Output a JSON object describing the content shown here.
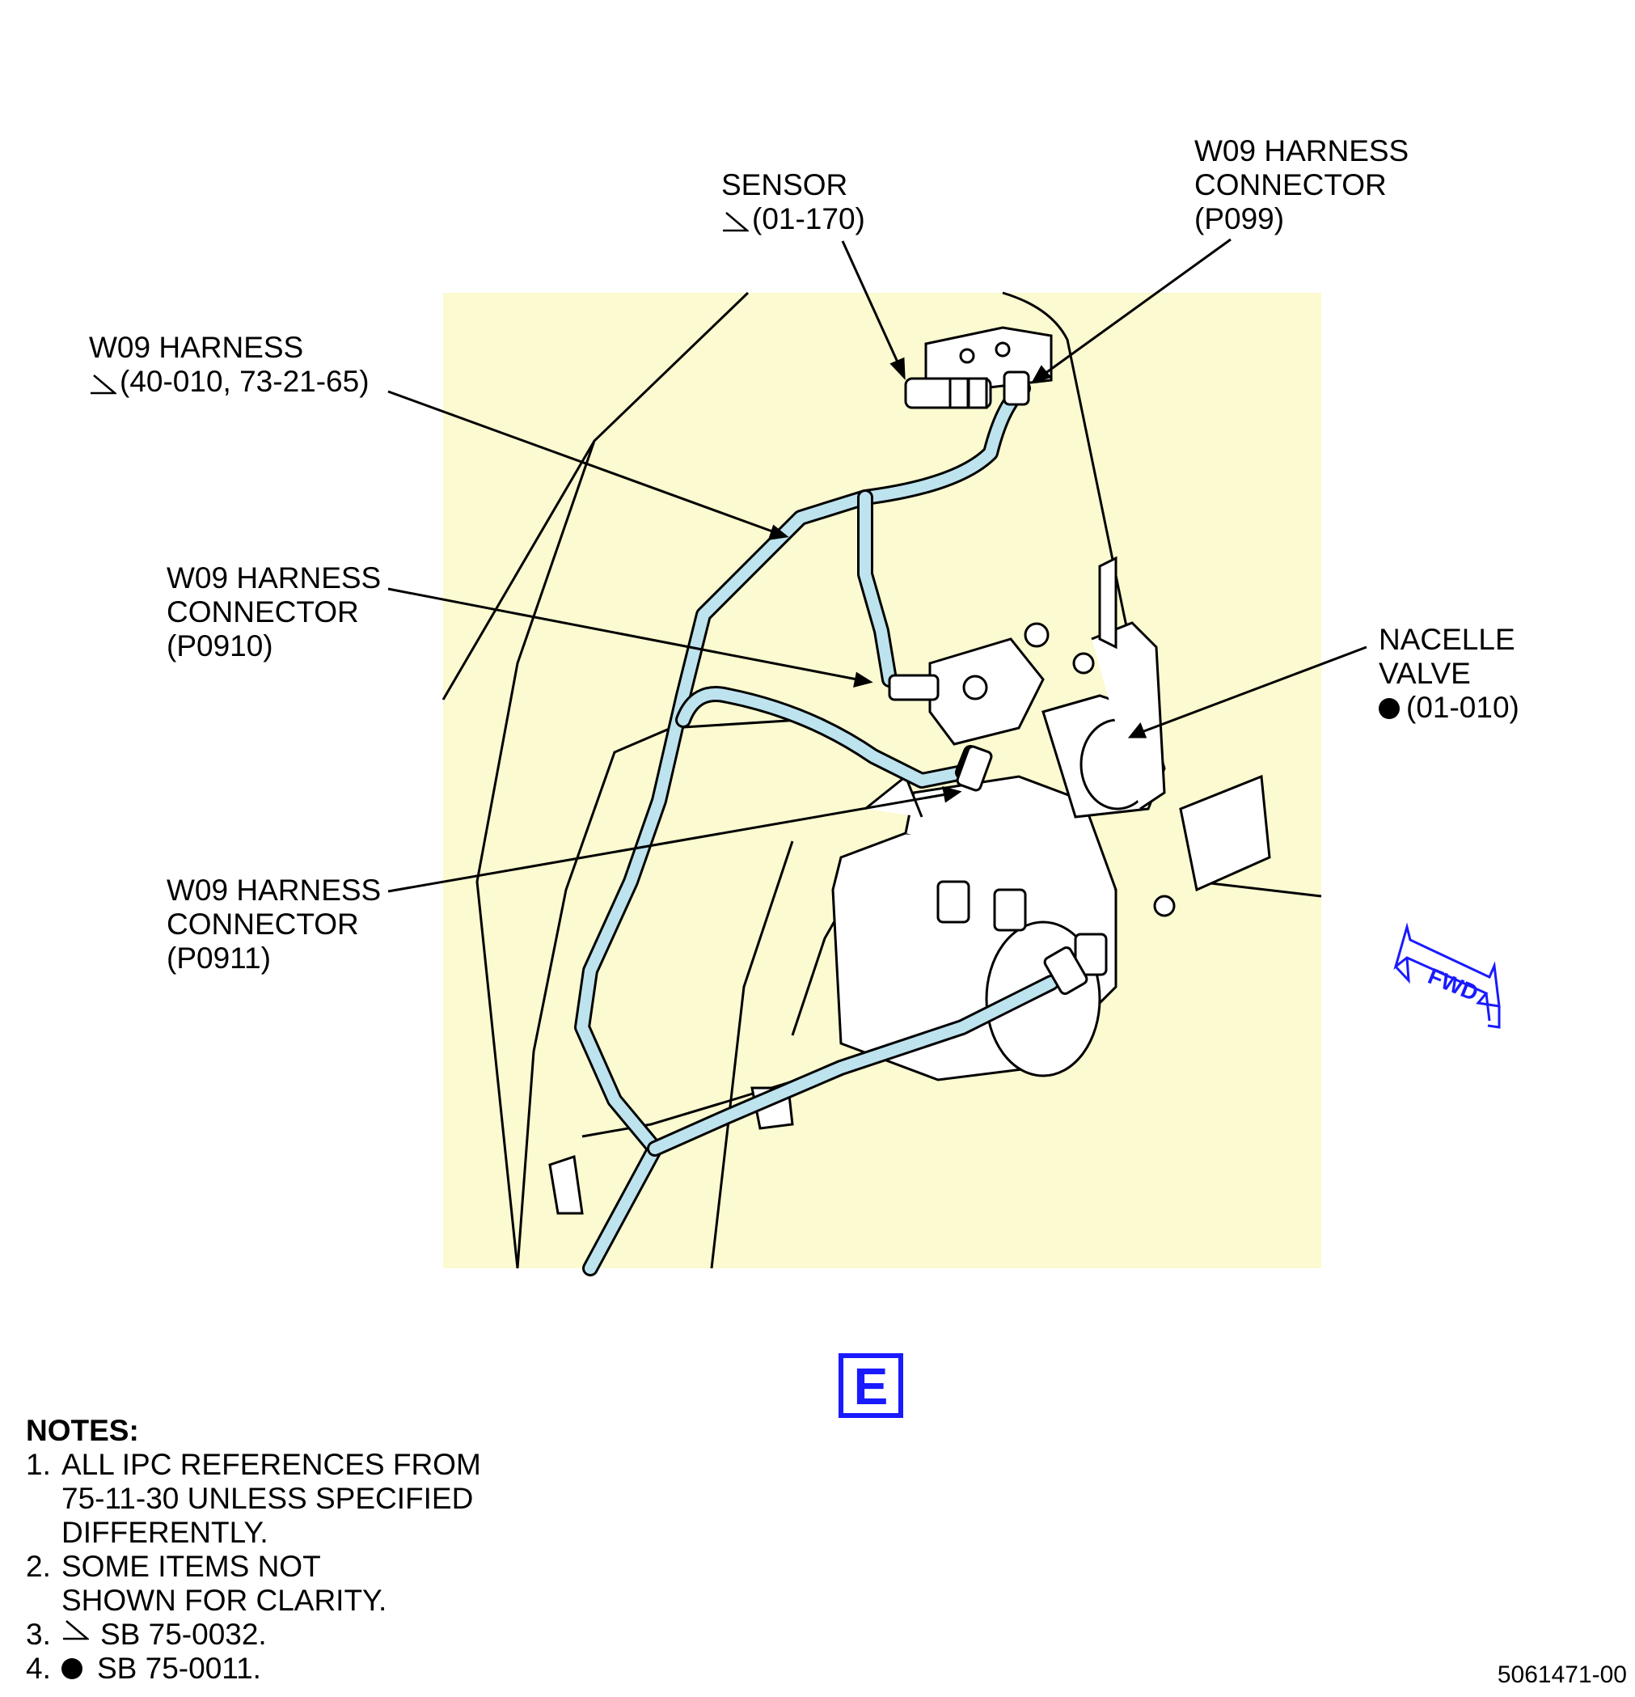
{
  "labels": {
    "sensor": {
      "line1": "SENSOR",
      "line2": "(01-170)"
    },
    "p099": {
      "line1": "W09 HARNESS",
      "line2": "CONNECTOR",
      "line3": "(P099)"
    },
    "harness": {
      "line1": "W09 HARNESS",
      "line2": "(40-010, 73-21-65)"
    },
    "p0910": {
      "line1": "W09 HARNESS",
      "line2": "CONNECTOR",
      "line3": "(P0910)"
    },
    "nacelle": {
      "line1": "NACELLE",
      "line2": "VALVE",
      "line3": "(01-010)"
    },
    "p0911": {
      "line1": "W09 HARNESS",
      "line2": "CONNECTOR",
      "line3": "(P0911)"
    }
  },
  "fwd_label": "FWD",
  "view_letter": "E",
  "notes": {
    "heading": "NOTES:",
    "items": [
      {
        "num": "1.",
        "text": "ALL IPC REFERENCES FROM\n75-11-30 UNLESS SPECIFIED\nDIFFERENTLY."
      },
      {
        "num": "2.",
        "text": "SOME ITEMS NOT\nSHOWN FOR CLARITY."
      },
      {
        "num": "3.",
        "text": "SB 75-0032."
      },
      {
        "num": "4.",
        "text": "SB 75-0011."
      }
    ]
  },
  "figure_id": "5061471-00",
  "colors": {
    "panel": "#fbfad0",
    "harness": "#bde3ee",
    "accent": "#1a1aff"
  },
  "icons": {
    "triangle_marker": "triangle-marker-icon",
    "dot_marker": "dot-marker-icon"
  }
}
